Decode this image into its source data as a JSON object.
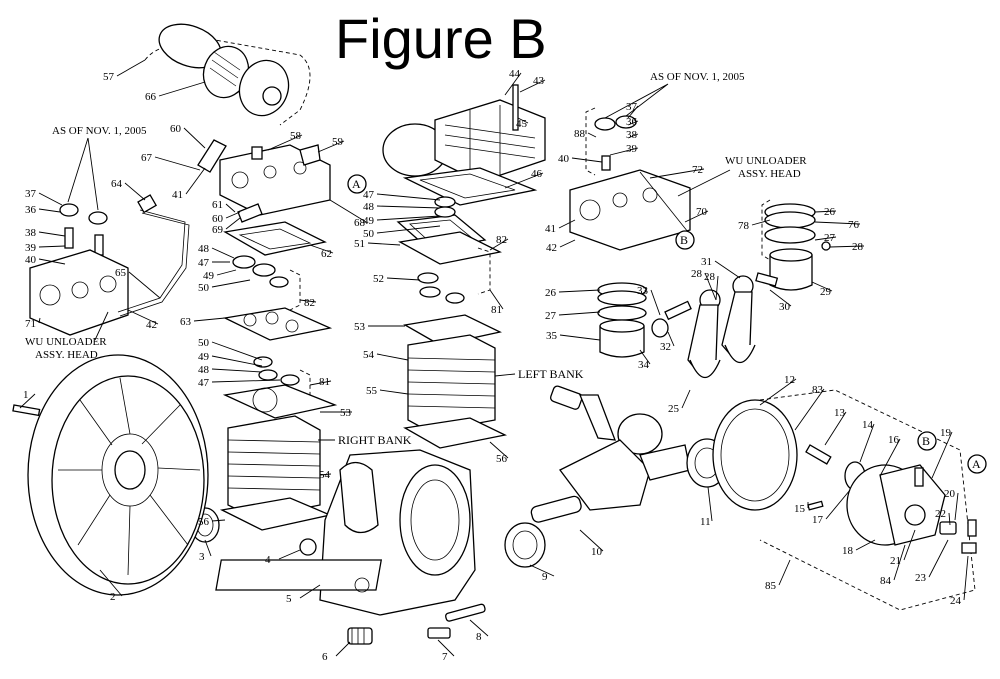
{
  "figure_title": "Figure B",
  "notes": {
    "as_of_left": "AS OF NOV. 1, 2005",
    "as_of_right": "AS OF NOV. 1, 2005",
    "wu_left_line1": "WU UNLOADER",
    "wu_left_line2": "ASSY. HEAD",
    "wu_right_line1": "WU UNLOADER",
    "wu_right_line2": "ASSY. HEAD",
    "left_bank": "LEFT BANK",
    "right_bank": "RIGHT BANK"
  },
  "callout_markers": [
    "A",
    "B"
  ],
  "parts": [
    "1",
    "2",
    "3",
    "4",
    "5",
    "6",
    "7",
    "8",
    "9",
    "10",
    "11",
    "12",
    "13",
    "14",
    "15",
    "16",
    "17",
    "18",
    "19",
    "20",
    "21",
    "22",
    "23",
    "24",
    "25",
    "26",
    "27",
    "28",
    "29",
    "30",
    "31",
    "32",
    "33",
    "34",
    "35",
    "36",
    "37",
    "38",
    "39",
    "40",
    "41",
    "42",
    "43",
    "44",
    "45",
    "46",
    "47",
    "48",
    "49",
    "50",
    "51",
    "52",
    "53",
    "54",
    "55",
    "56",
    "57",
    "58",
    "59",
    "60",
    "61",
    "62",
    "63",
    "64",
    "65",
    "66",
    "67",
    "68",
    "69",
    "70",
    "71",
    "72",
    "76",
    "78",
    "81",
    "82",
    "83",
    "84",
    "85",
    "88"
  ]
}
